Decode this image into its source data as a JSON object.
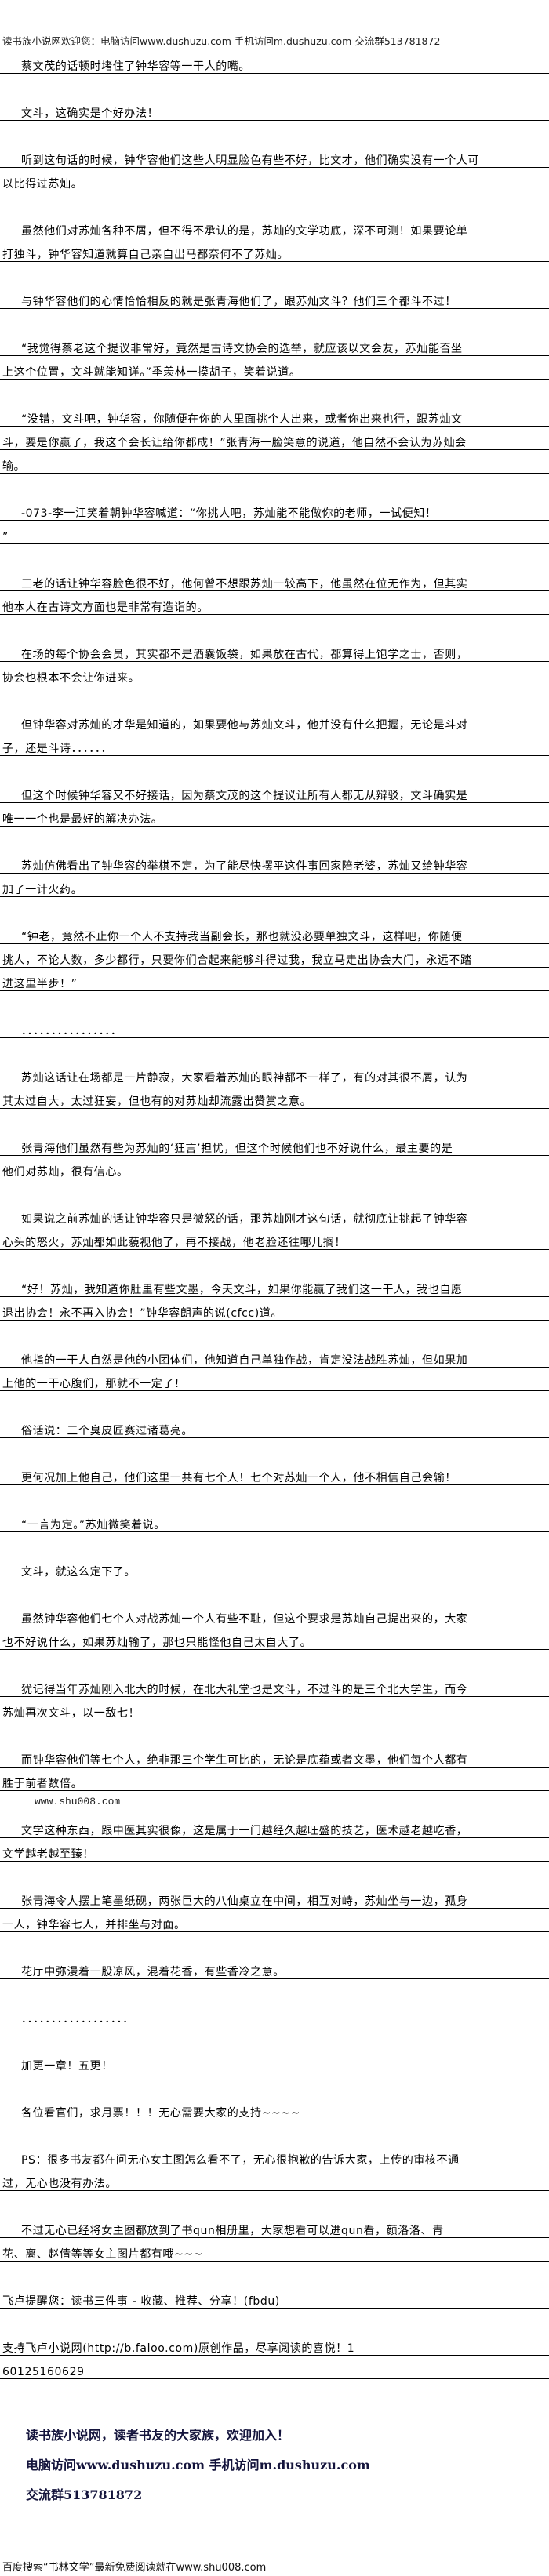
{
  "header": "读书族小说网欢迎您：电脑访问www.dushuzu.com 手机访问m.dushuzu.com 交流群513781872",
  "paragraphs": [
    {
      "lines": [
        "蔡文茂的话顿时堵住了钟华容等一干人的嘴。"
      ]
    },
    {
      "lines": [
        "文斗，这确实是个好办法！"
      ]
    },
    {
      "lines": [
        "听到这句话的时候，钟华容他们这些人明显脸色有些不好，比文才，他们确实没有一个人可",
        "以比得过苏灿。"
      ]
    },
    {
      "lines": [
        "虽然他们对苏灿各种不屑，但不得不承认的是，苏灿的文学功底，深不可测！如果要论单",
        "打独斗，钟华容知道就算自己亲自出马都奈何不了苏灿。"
      ]
    },
    {
      "lines": [
        "与钟华容他们的心情恰恰相反的就是张青海他们了，跟苏灿文斗？他们三个都斗不过！"
      ]
    },
    {
      "lines": [
        "“我觉得蔡老这个提议非常好，竟然是古诗文协会的选举，就应该以文会友，苏灿能否坐",
        "上这个位置，文斗就能知详。”季羡林一摸胡子，笑着说道。"
      ]
    },
    {
      "lines": [
        "“没错，文斗吧，钟华容，你随便在你的人里面挑个人出来，或者你出来也行，跟苏灿文",
        "斗，要是你赢了，我这个会长让给你都成！”张青海一脸笑意的说道，他自然不会认为苏灿会",
        "输。"
      ]
    },
    {
      "lines": [
        "-073-李一江笑着朝钟华容喊道：“你挑人吧，苏灿能不能做你的老师，一试便知！",
        "”"
      ]
    },
    {
      "lines": [
        "三老的话让钟华容脸色很不好，他何曾不想跟苏灿一较高下，他虽然在位无作为，但其实",
        "他本人在古诗文方面也是非常有造诣的。"
      ]
    },
    {
      "lines": [
        "在场的每个协会会员，其实都不是酒囊饭袋，如果放在古代，都算得上饱学之士，否则，",
        "协会也根本不会让你进来。"
      ]
    },
    {
      "lines": [
        "但钟华容对苏灿的才华是知道的，如果要他与苏灿文斗，他并没有什么把握，无论是斗对",
        "子，还是斗诗．．．．．．"
      ]
    },
    {
      "lines": [
        "但这个时候钟华容又不好接话，因为蔡文茂的这个提议让所有人都无从辩驳，文斗确实是",
        "唯一一个也是最好的解决办法。"
      ]
    },
    {
      "lines": [
        "苏灿仿佛看出了钟华容的举棋不定，为了能尽快摆平这件事回家陪老婆，苏灿又给钟华容",
        "加了一计火药。"
      ]
    },
    {
      "lines": [
        "“钟老，竟然不止你一个人不支持我当副会长，那也就没必要单独文斗，这样吧，你随便",
        "挑人，不论人数，多少都行，只要你们合起来能够斗得过我，我立马走出协会大门，永远不踏",
        "进这里半步！”"
      ]
    },
    {
      "lines": [
        "．．．．．．．．．．．．．．．．"
      ]
    },
    {
      "lines": [
        "苏灿这话让在场都是一片静寂，大家看着苏灿的眼神都不一样了，有的对其很不屑，认为",
        "其太过自大，太过狂妄，但也有的对苏灿却流露出赞赏之意。"
      ]
    },
    {
      "lines": [
        "张青海他们虽然有些为苏灿的‘狂言’担忧，但这个时候他们也不好说什么，最主要的是",
        "他们对苏灿，很有信心。"
      ]
    },
    {
      "lines": [
        "如果说之前苏灿的话让钟华容只是微怒的话，那苏灿刚才这句话，就彻底让挑起了钟华容",
        "心头的怒火，苏灿都如此藐视他了，再不接战，他老脸还往哪儿搁！"
      ]
    },
    {
      "lines": [
        "“好！苏灿，我知道你肚里有些文墨，今天文斗，如果你能赢了我们这一干人，我也自愿",
        "退出协会！永不再入协会！”钟华容朗声的说(cfcc)道。"
      ]
    },
    {
      "lines": [
        "他指的一干人自然是他的小团体们，他知道自己单独作战，肯定没法战胜苏灿，但如果加",
        "上他的一干心腹们，那就不一定了！"
      ]
    },
    {
      "lines": [
        "俗话说：三个臭皮匠赛过诸葛亮。"
      ]
    },
    {
      "lines": [
        "更何况加上他自己，他们这里一共有七个人！七个对苏灿一个人，他不相信自己会输！"
      ]
    },
    {
      "lines": [
        "“一言为定。”苏灿微笑着说。"
      ]
    },
    {
      "lines": [
        "文斗，就这么定下了。"
      ]
    },
    {
      "lines": [
        "虽然钟华容他们七个人对战苏灿一个人有些不耻，但这个要求是苏灿自己提出来的，大家",
        "也不好说什么，如果苏灿输了，那也只能怪他自己太自大了。"
      ]
    },
    {
      "lines": [
        "犹记得当年苏灿刚入北大的时候，在北大礼堂也是文斗，不过斗的是三个北大学生，而今",
        "苏灿再次文斗，以一敌七！"
      ]
    },
    {
      "lines": [
        "而钟华容他们等七个人，绝非那三个学生可比的，无论是底蕴或者文墨，他们每个人都有",
        "胜于前者数倍。"
      ]
    },
    {
      "note": "www.shu008.com",
      "lines": [
        "文学这种东西，跟中医其实很像，这是属于一门越经久越旺盛的技艺，医术越老越吃香，",
        "文学越老越至臻！"
      ]
    },
    {
      "lines": [
        "张青海令人摆上笔墨纸砚，两张巨大的八仙桌立在中间，相互对峙，苏灿坐与一边，孤身",
        "一人，钟华容七人，并排坐与对面。"
      ]
    },
    {
      "lines": [
        "花厅中弥漫着一股凉风，混着花香，有些香冷之意。"
      ]
    },
    {
      "lines": [
        "．．．．．．．．．．．．．．．．．．"
      ]
    },
    {
      "lines": [
        "加更一章！五更！"
      ]
    },
    {
      "lines": [
        "各位看官们，求月票！！！无心需要大家的支持~~~~"
      ]
    },
    {
      "lines": [
        "PS：很多书友都在问无心女主图怎么看不了，无心很抱歉的告诉大家，上传的审核不通",
        "过，无心也没有办法。"
      ]
    },
    {
      "lines": [
        "不过无心已经将女主图都放到了书qun相册里，大家想看可以进qun看，颜洛洛、青",
        "花、离、赵倩等等女主图片都有哦~~~"
      ]
    },
    {
      "noindent": true,
      "lines": [
        "飞卢提醒您：读书三件事 - 收藏、推荐、分享！(fbdu)"
      ]
    },
    {
      "noindent": true,
      "lines": [
        "支持飞卢小说网(http://b.faloo.com)原创作品，尽享阅读的喜悦！1",
        "60125160629"
      ]
    }
  ],
  "footer": {
    "welcome": "读书族小说网，读者书友的大家族，欢迎加入！",
    "access": "电脑访问www.dushuzu.com 手机访问m.dushuzu.com",
    "group": "交流群513781872"
  },
  "baidu_line": "百度搜索“书林文学”最新免费阅读就在www.shu008.com"
}
